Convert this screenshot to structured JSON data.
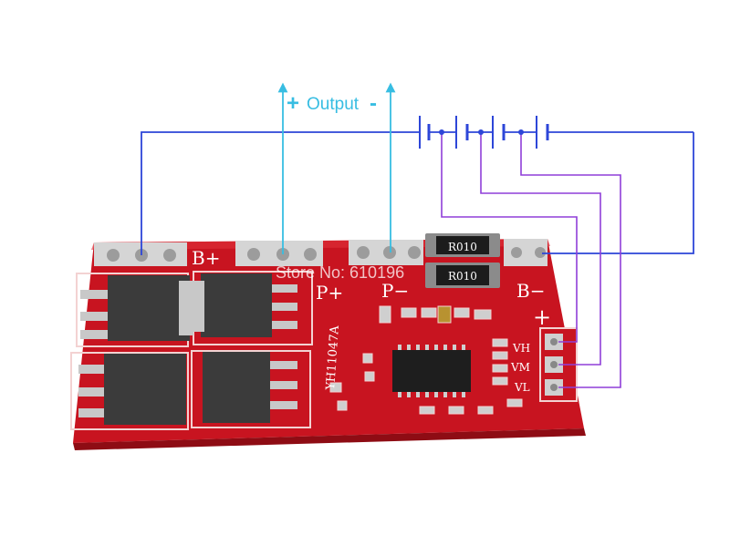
{
  "output": {
    "plus": "+",
    "label": "Output",
    "minus": "-"
  },
  "board": {
    "pads": {
      "b_plus": "B+",
      "p_plus": "P+",
      "p_minus": "P−",
      "b_minus": "B−",
      "plus_sign": "+"
    },
    "resistor_code": "R010",
    "model": "YH11047A",
    "sense_pins": [
      "VH",
      "VM",
      "VL"
    ]
  },
  "watermark": "Store No: 610196",
  "colors": {
    "pcb_red": "#d01522",
    "battery_wire": "#2d46d8",
    "output_wire": "#37bde2",
    "sense_wire": "#8f3fd8",
    "pad_silver": "#c8c8c8"
  }
}
